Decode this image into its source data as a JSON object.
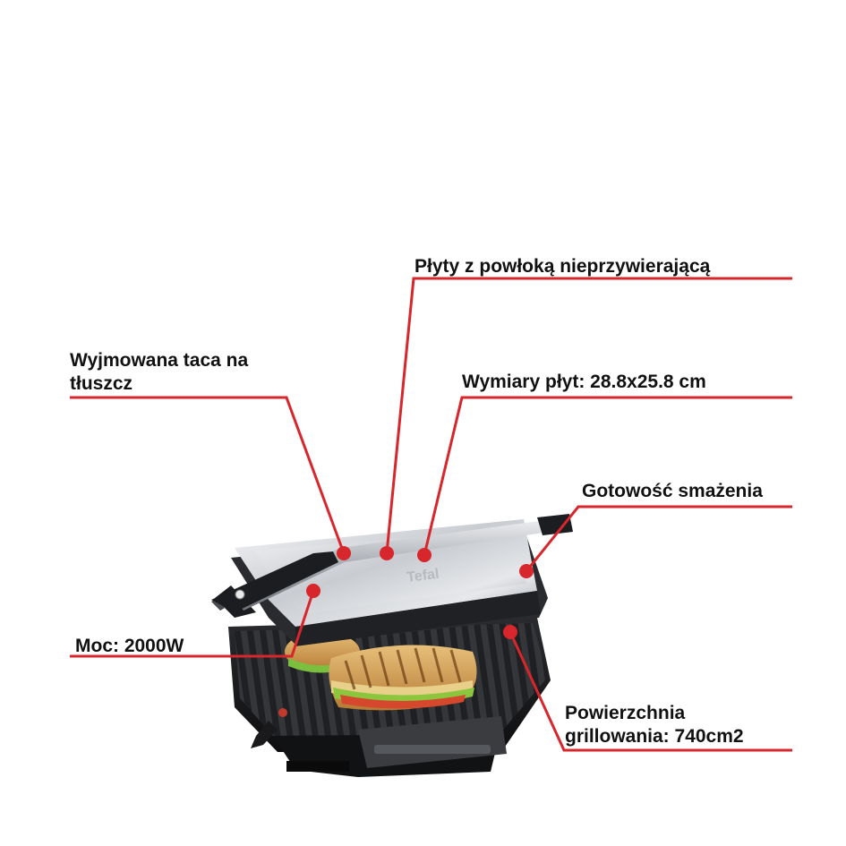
{
  "colors": {
    "accent_line": "#d7262c",
    "text": "#111111",
    "background": "#ffffff"
  },
  "product": {
    "brand_logo": "Tefal"
  },
  "features": {
    "plates": "Płyty z powłoką nieprzywierającą",
    "tray_line1": "Wyjmowana taca na",
    "tray_line2": "tłuszcz",
    "dimensions": "Wymiary płyt: 28.8x25.8 cm",
    "readiness": "Gotowość smażenia",
    "power": "Moc: 2000W",
    "surface_line1": "Powierzchnia",
    "surface_line2": "grillowania: 740cm2"
  }
}
